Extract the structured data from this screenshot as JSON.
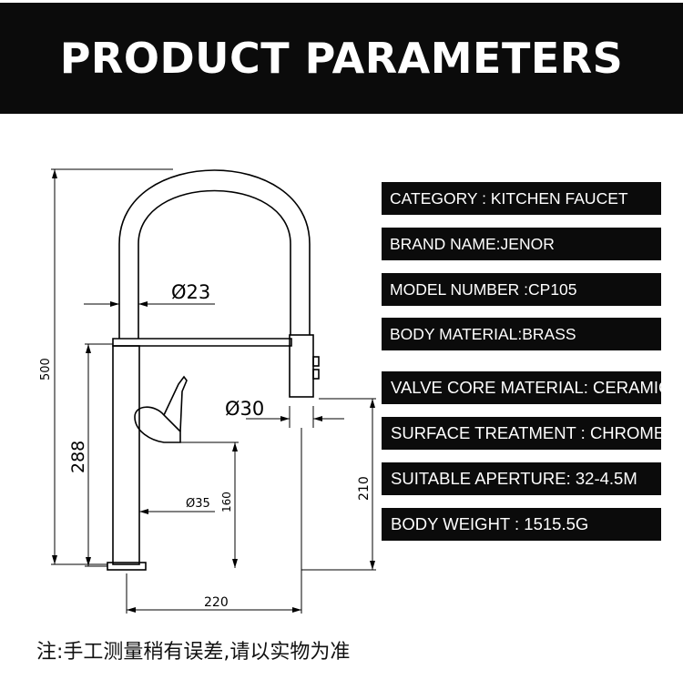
{
  "header": {
    "title": "PRODUCT PARAMETERS"
  },
  "dimensions": {
    "total_height": "500",
    "spout_diameter": "Ø23",
    "body_height": "288",
    "outlet_diameter": "Ø30",
    "base_diameter": "Ø35",
    "handle_height": "160",
    "outlet_height": "210",
    "reach": "220"
  },
  "specs": [
    {
      "label": "CATEGORY : KITCHEN FAUCET"
    },
    {
      "label": "BRAND NAME:JENOR"
    },
    {
      "label": "MODEL NUMBER :CP105"
    },
    {
      "label": "BODY MATERIAL:BRASS"
    },
    {
      "label": "VALVE CORE MATERIAL: CERAMIC"
    },
    {
      "label": "SURFACE TREATMENT : CHROME"
    },
    {
      "label": "SUITABLE APERTURE: 32-4.5M"
    },
    {
      "label": "BODY WEIGHT : 1515.5G"
    }
  ],
  "note": "注:手工测量稍有误差,请以实物为准"
}
